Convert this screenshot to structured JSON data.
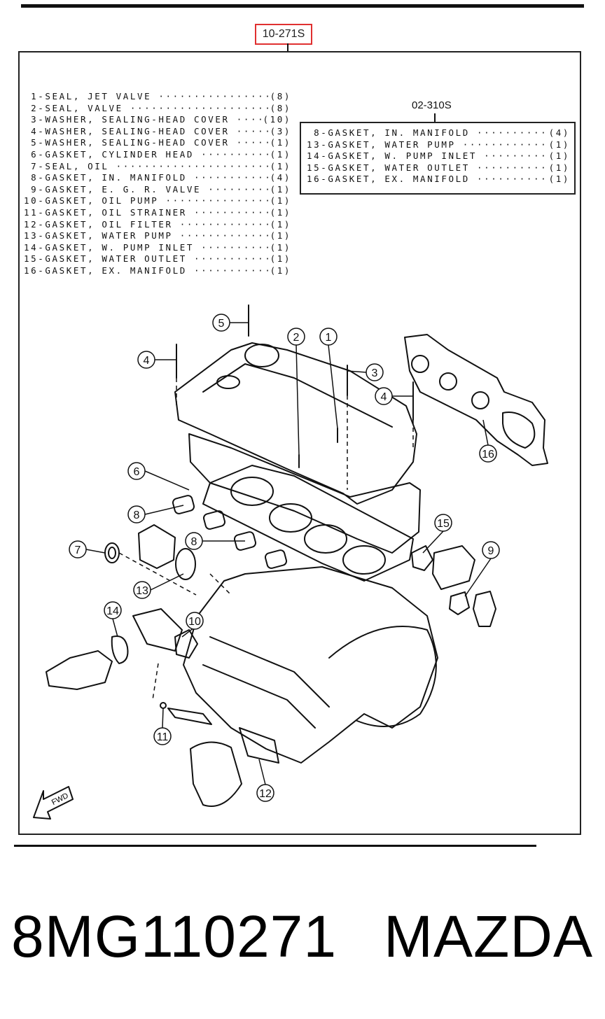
{
  "header": {
    "reference_code": "10-271S"
  },
  "parts_list": [
    {
      "num": "1",
      "name": "SEAL, JET VALVE",
      "qty": "(8)"
    },
    {
      "num": "2",
      "name": "SEAL, VALVE",
      "qty": "(8)"
    },
    {
      "num": "3",
      "name": "WASHER, SEALING-HEAD COVER",
      "qty": "(10)"
    },
    {
      "num": "4",
      "name": "WASHER, SEALING-HEAD COVER",
      "qty": "(3)"
    },
    {
      "num": "5",
      "name": "WASHER, SEALING-HEAD COVER",
      "qty": "(1)"
    },
    {
      "num": "6",
      "name": "GASKET, CYLINDER HEAD",
      "qty": "(1)"
    },
    {
      "num": "7",
      "name": "SEAL, OIL",
      "qty": "(1)"
    },
    {
      "num": "8",
      "name": "GASKET, IN. MANIFOLD",
      "qty": "(4)"
    },
    {
      "num": "9",
      "name": "GASKET, E. G. R. VALVE",
      "qty": "(1)"
    },
    {
      "num": "10",
      "name": "GASKET, OIL PUMP",
      "qty": "(1)"
    },
    {
      "num": "11",
      "name": "GASKET, OIL STRAINER",
      "qty": "(1)"
    },
    {
      "num": "12",
      "name": "GASKET, OIL FILTER",
      "qty": "(1)"
    },
    {
      "num": "13",
      "name": "GASKET, WATER PUMP",
      "qty": "(1)"
    },
    {
      "num": "14",
      "name": "GASKET, W. PUMP INLET",
      "qty": "(1)"
    },
    {
      "num": "15",
      "name": "GASKET, WATER OUTLET",
      "qty": "(1)"
    },
    {
      "num": "16",
      "name": "GASKET, EX. MANIFOLD",
      "qty": "(1)"
    }
  ],
  "sub_kit": {
    "code": "02-310S",
    "items": [
      {
        "num": "8",
        "name": "GASKET, IN. MANIFOLD",
        "qty": "(4)"
      },
      {
        "num": "13",
        "name": "GASKET, WATER PUMP",
        "qty": "(1)"
      },
      {
        "num": "14",
        "name": "GASKET, W. PUMP INLET",
        "qty": "(1)"
      },
      {
        "num": "15",
        "name": "GASKET, WATER OUTLET",
        "qty": "(1)"
      },
      {
        "num": "16",
        "name": "GASKET, EX. MANIFOLD",
        "qty": "(1)"
      }
    ]
  },
  "callouts": [
    "1",
    "2",
    "3",
    "4",
    "4",
    "5",
    "6",
    "7",
    "8",
    "8",
    "9",
    "10",
    "11",
    "12",
    "13",
    "14",
    "15",
    "16"
  ],
  "direction_label": "FWD",
  "footer": {
    "part_number": "8MG110271",
    "brand": "MAZDA"
  }
}
